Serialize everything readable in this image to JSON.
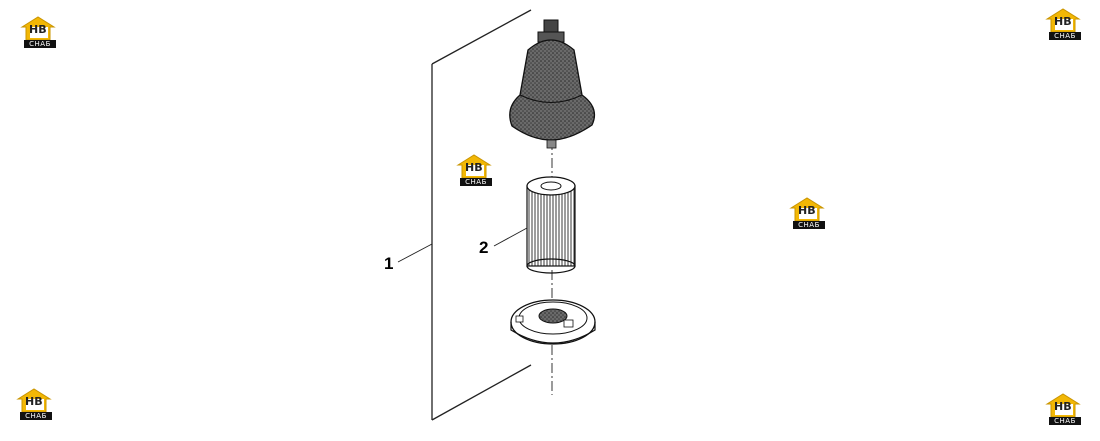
{
  "diagram": {
    "callouts": [
      {
        "id": "1",
        "text": "1"
      },
      {
        "id": "2",
        "text": "2"
      }
    ]
  },
  "watermark": {
    "brand_letters": "HB",
    "brand_text": "СНАБ",
    "colors": {
      "accent": "#F2B705",
      "dark": "#1a1a1a"
    },
    "icon": "house-logo-icon"
  }
}
